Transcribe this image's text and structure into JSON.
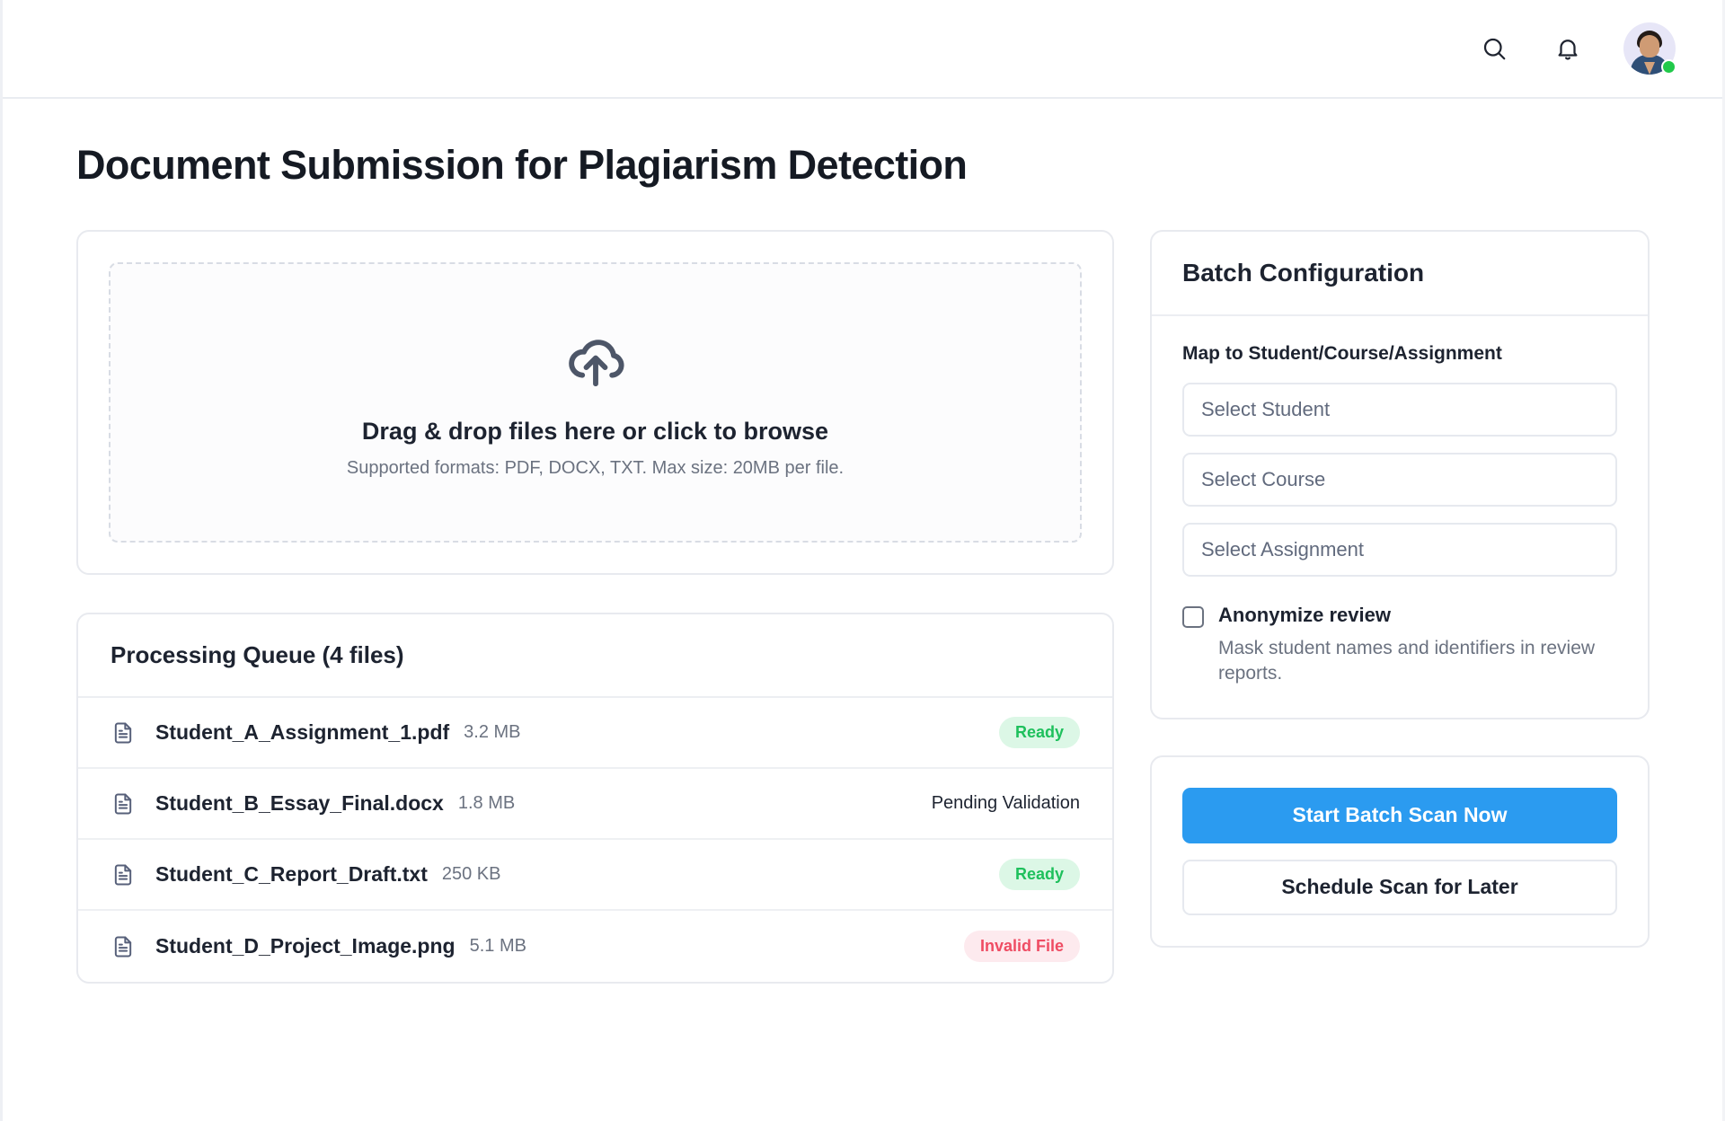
{
  "header": {
    "search_icon": "search-icon",
    "notification_icon": "bell-icon",
    "avatar_alt": "user-avatar",
    "status": "online"
  },
  "page": {
    "title": "Document Submission for Plagiarism Detection"
  },
  "dropzone": {
    "icon": "cloud-upload-icon",
    "title": "Drag & drop files here or click to browse",
    "subtitle": "Supported formats: PDF, DOCX, TXT. Max size: 20MB per file."
  },
  "queue": {
    "title": "Processing Queue (4 files)",
    "files": [
      {
        "icon": "document-icon",
        "name": "Student_A_Assignment_1.pdf",
        "size": "3.2 MB",
        "status": "Ready",
        "status_type": "ready"
      },
      {
        "icon": "document-icon",
        "name": "Student_B_Essay_Final.docx",
        "size": "1.8 MB",
        "status": "Pending Validation",
        "status_type": "plain"
      },
      {
        "icon": "document-icon",
        "name": "Student_C_Report_Draft.txt",
        "size": "250 KB",
        "status": "Ready",
        "status_type": "ready"
      },
      {
        "icon": "document-icon",
        "name": "Student_D_Project_Image.png",
        "size": "5.1 MB",
        "status": "Invalid File",
        "status_type": "invalid"
      }
    ]
  },
  "config": {
    "title": "Batch Configuration",
    "map_label": "Map to Student/Course/Assignment",
    "selects": [
      {
        "placeholder": "Select Student"
      },
      {
        "placeholder": "Select Course"
      },
      {
        "placeholder": "Select Assignment"
      }
    ],
    "checkbox": {
      "label": "Anonymize review",
      "help": "Mask student names and identifiers in review reports.",
      "checked": false
    }
  },
  "actions": {
    "primary_label": "Start Batch Scan Now",
    "secondary_label": "Schedule Scan for Later"
  },
  "colors": {
    "accent": "#2b9bf0",
    "ready": "#1ec05c",
    "ready_bg": "#dcf7e6",
    "invalid": "#ef4c63",
    "invalid_bg": "#fdeaee",
    "online": "#21c94a"
  }
}
